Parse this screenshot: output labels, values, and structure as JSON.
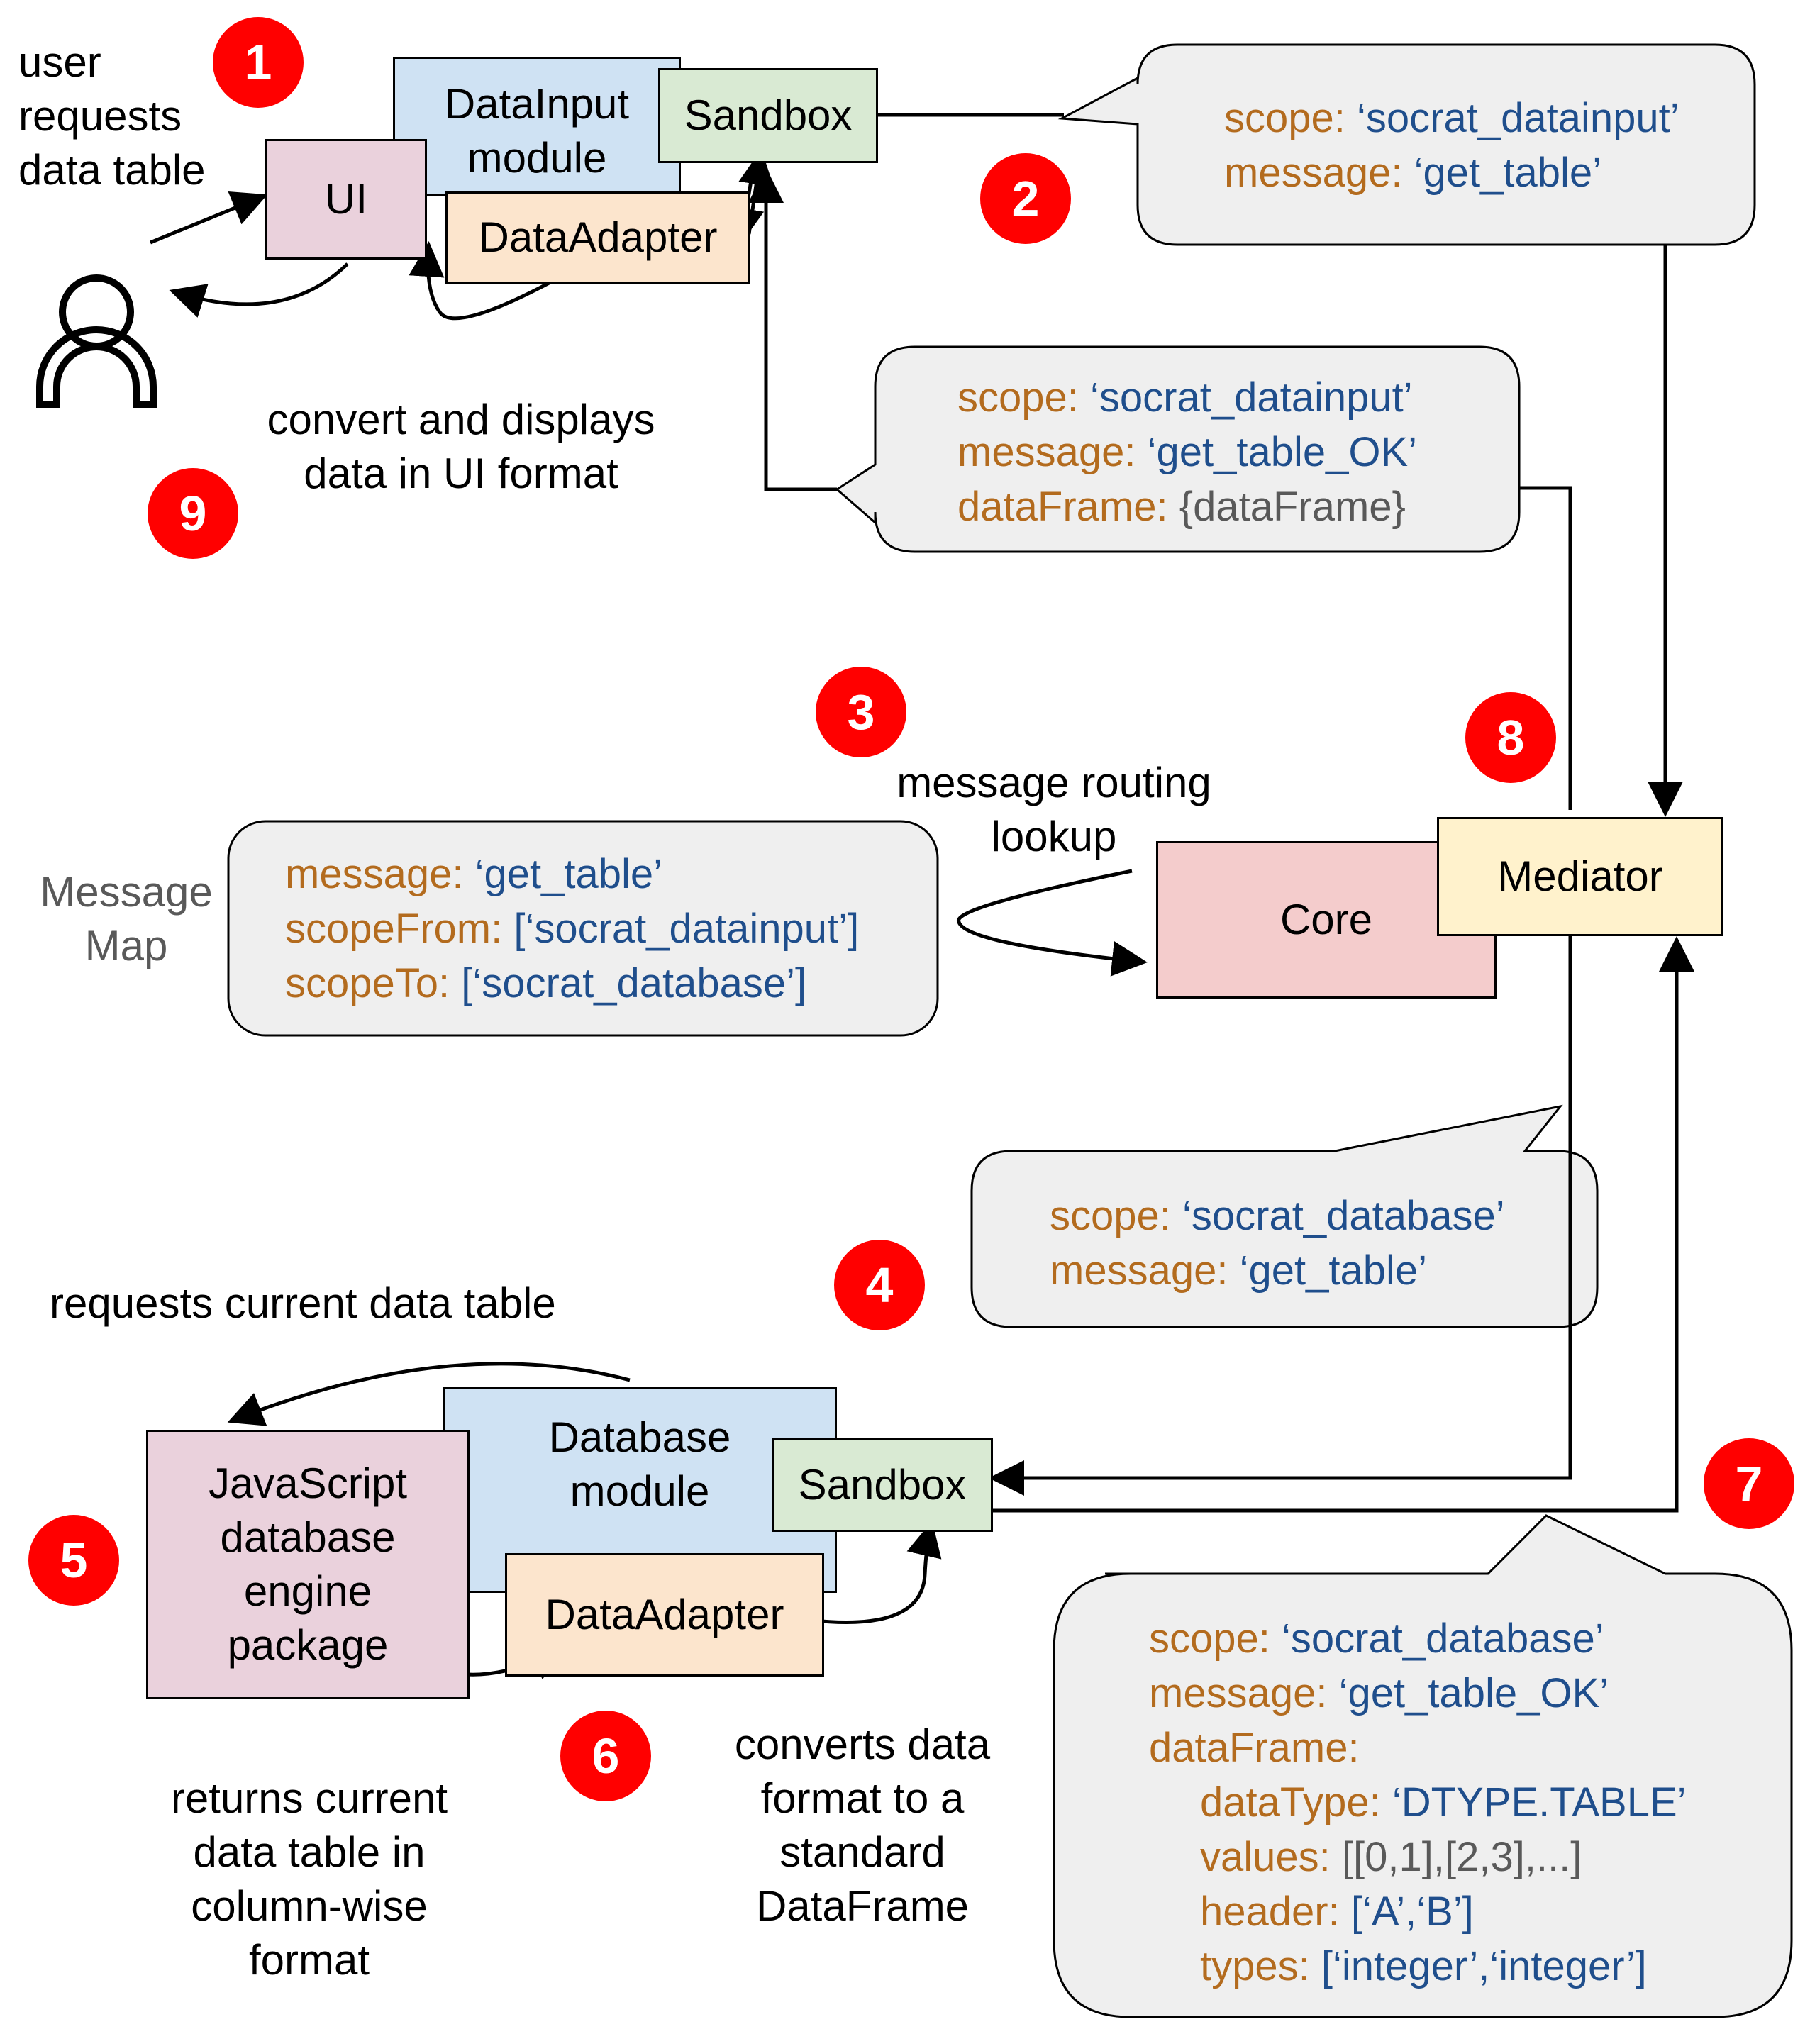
{
  "steps": {
    "s1": "1",
    "s2": "2",
    "s3": "3",
    "s4": "4",
    "s5": "5",
    "s6": "6",
    "s7": "7",
    "s8": "8",
    "s9": "9"
  },
  "user_caption": [
    "user",
    "requests",
    "data table"
  ],
  "display_caption": [
    "convert and displays",
    "data in UI format"
  ],
  "datainput_module": {
    "module": [
      "DataInput",
      "module"
    ],
    "ui": "UI",
    "sandbox": "Sandbox",
    "adapter": "DataAdapter"
  },
  "core": {
    "core": "Core",
    "mediator": "Mediator"
  },
  "routing_caption": [
    "message routing",
    "lookup"
  ],
  "message_map": {
    "label": [
      "Message",
      "Map"
    ],
    "lines": [
      {
        "key": "message",
        "value": "‘get_table’"
      },
      {
        "key": "scopeFrom",
        "value": "[‘socrat_datainput’]"
      },
      {
        "key": "scopeTo",
        "value": "[‘socrat_database’]"
      }
    ]
  },
  "bubble_request": {
    "lines": [
      {
        "key": "scope",
        "value": "‘socrat_datainput’"
      },
      {
        "key": "message",
        "value": "‘get_table’"
      }
    ]
  },
  "bubble_reply": {
    "lines": [
      {
        "key": "scope",
        "value": "‘socrat_datainput’"
      },
      {
        "key": "message",
        "value": "‘get_table_OK’"
      },
      {
        "key": "dataFrame",
        "value": "{dataFrame}"
      }
    ]
  },
  "bubble_db_request": {
    "lines": [
      {
        "key": "scope",
        "value": "‘socrat_database’"
      },
      {
        "key": "message",
        "value": "‘get_table’"
      }
    ]
  },
  "bubble_db_reply": {
    "lines": [
      {
        "key": "scope",
        "value": "‘socrat_database’"
      },
      {
        "key": "message",
        "value": "‘get_table_OK’"
      },
      {
        "key": "dataFrame",
        "value": ""
      },
      {
        "key": "dataType",
        "value": "‘DTYPE.TABLE’"
      },
      {
        "key": "values",
        "value": "[[0,1],[2,3],...]"
      },
      {
        "key": "header",
        "value": "[‘A’,‘B’]"
      },
      {
        "key": "types",
        "value": "[‘integer’,‘integer’]"
      }
    ]
  },
  "requests_caption": "requests current data table",
  "database_module": {
    "engine": [
      "JavaScript",
      "database",
      "engine",
      "package"
    ],
    "module": [
      "Database",
      "module"
    ],
    "sandbox": "Sandbox",
    "adapter": "DataAdapter"
  },
  "returns_caption": [
    "returns current",
    "data table in",
    "column-wise",
    "format"
  ],
  "converts_caption": [
    "converts data",
    "format to a",
    "standard",
    "DataFrame"
  ]
}
